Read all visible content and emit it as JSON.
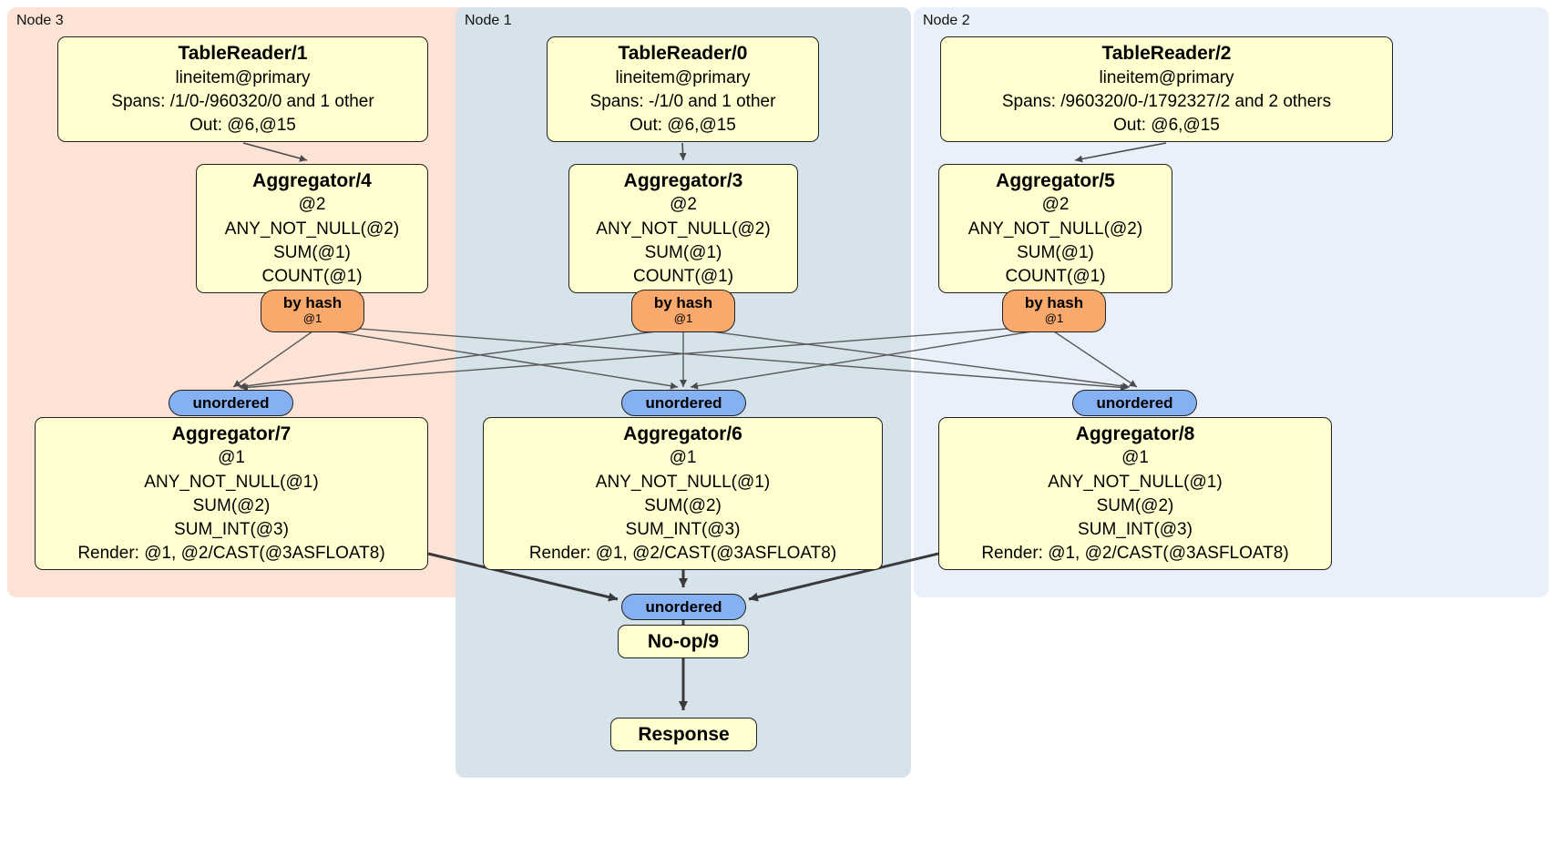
{
  "colors": {
    "panel_node3": "#fce3d5",
    "panel_node1": "#d6e3eb",
    "panel_node2": "#e9f0fa",
    "box_fill": "#ffffcf",
    "router_fill": "#f8a96b",
    "stream_fill": "#85b0f1"
  },
  "groups": [
    {
      "label": "Node 3"
    },
    {
      "label": "Node 1"
    },
    {
      "label": "Node 2"
    }
  ],
  "columns": [
    {
      "table_reader": {
        "title": "TableReader/1",
        "subtitle": "lineitem@primary",
        "spans": "Spans: /1/0-/960320/0 and 1 other",
        "out": "Out: @6,@15"
      },
      "aggregator_top": {
        "title": "Aggregator/4",
        "lines": [
          "@2",
          "ANY_NOT_NULL(@2)",
          "SUM(@1)",
          "COUNT(@1)"
        ]
      },
      "router": {
        "label": "by hash",
        "detail": "@1"
      },
      "stream": {
        "label": "unordered"
      },
      "aggregator_bottom": {
        "title": "Aggregator/7",
        "lines": [
          "@1",
          "ANY_NOT_NULL(@1)",
          "SUM(@2)",
          "SUM_INT(@3)",
          "Render: @1, @2/CAST(@3ASFLOAT8)"
        ]
      }
    },
    {
      "table_reader": {
        "title": "TableReader/0",
        "subtitle": "lineitem@primary",
        "spans": "Spans: -/1/0 and 1 other",
        "out": "Out: @6,@15"
      },
      "aggregator_top": {
        "title": "Aggregator/3",
        "lines": [
          "@2",
          "ANY_NOT_NULL(@2)",
          "SUM(@1)",
          "COUNT(@1)"
        ]
      },
      "router": {
        "label": "by hash",
        "detail": "@1"
      },
      "stream": {
        "label": "unordered"
      },
      "aggregator_bottom": {
        "title": "Aggregator/6",
        "lines": [
          "@1",
          "ANY_NOT_NULL(@1)",
          "SUM(@2)",
          "SUM_INT(@3)",
          "Render: @1, @2/CAST(@3ASFLOAT8)"
        ]
      }
    },
    {
      "table_reader": {
        "title": "TableReader/2",
        "subtitle": "lineitem@primary",
        "spans": "Spans: /960320/0-/1792327/2 and 2 others",
        "out": "Out: @6,@15"
      },
      "aggregator_top": {
        "title": "Aggregator/5",
        "lines": [
          "@2",
          "ANY_NOT_NULL(@2)",
          "SUM(@1)",
          "COUNT(@1)"
        ]
      },
      "router": {
        "label": "by hash",
        "detail": "@1"
      },
      "stream": {
        "label": "unordered"
      },
      "aggregator_bottom": {
        "title": "Aggregator/8",
        "lines": [
          "@1",
          "ANY_NOT_NULL(@1)",
          "SUM(@2)",
          "SUM_INT(@3)",
          "Render: @1, @2/CAST(@3ASFLOAT8)"
        ]
      }
    }
  ],
  "merge": {
    "label": "unordered"
  },
  "noop": {
    "title": "No-op/9"
  },
  "response": {
    "title": "Response"
  }
}
